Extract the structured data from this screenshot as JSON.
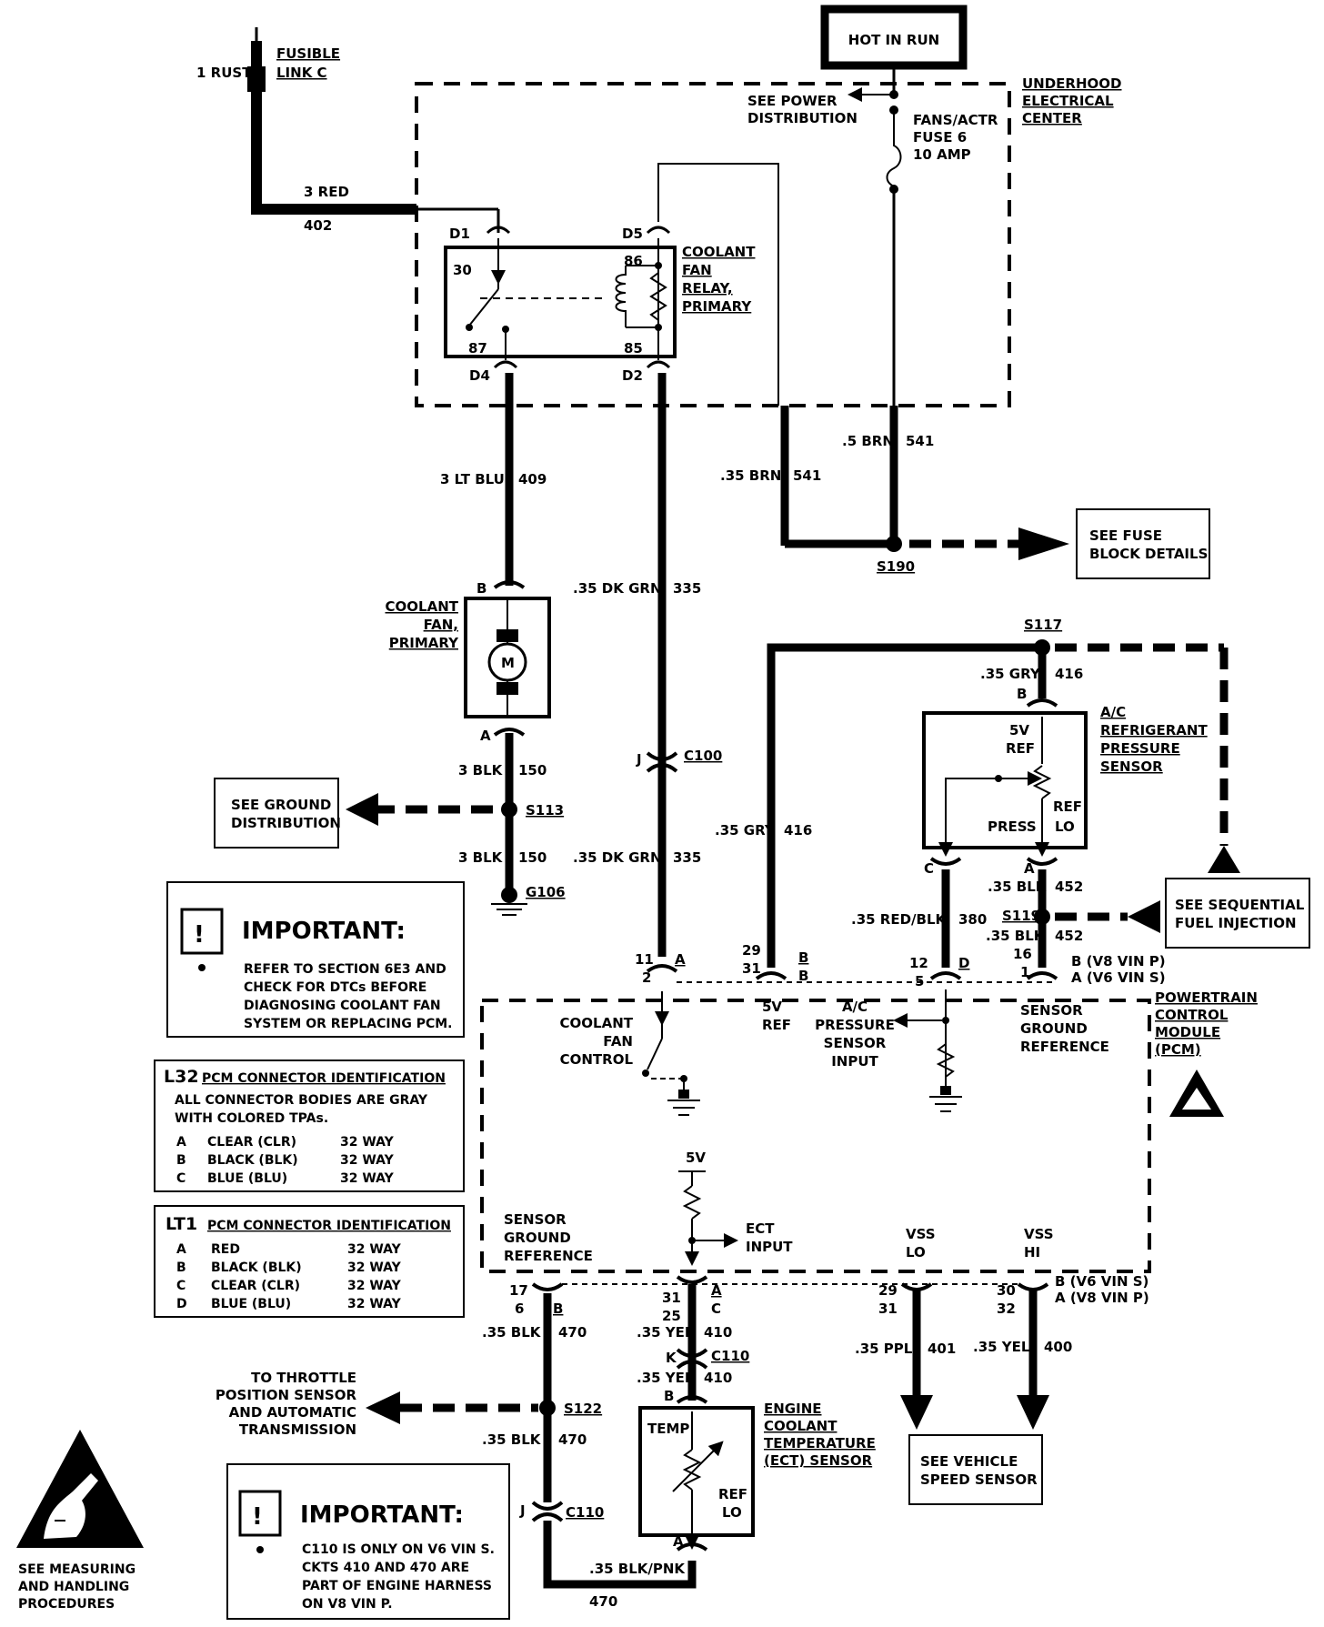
{
  "hot_in_run": "HOT IN RUN",
  "underhood": [
    "UNDERHOOD",
    "ELECTRICAL",
    "CENTER"
  ],
  "see_power_distribution": [
    "SEE POWER",
    "DISTRIBUTION"
  ],
  "fuse": [
    "FANS/ACTR",
    "FUSE 6",
    "10 AMP"
  ],
  "fusible_link": {
    "wire": "1 RUST",
    "name": [
      "FUSIBLE",
      "LINK C"
    ]
  },
  "wire_3red": {
    "gauge": "3 RED",
    "circuit": "402"
  },
  "relay": {
    "name": [
      "COOLANT",
      "FAN",
      "RELAY,",
      "PRIMARY"
    ],
    "pins": {
      "d1": "D1",
      "d5": "D5",
      "d4": "D4",
      "d2": "D2",
      "p30": "30",
      "p86": "86",
      "p87": "87",
      "p85": "85"
    }
  },
  "wires": {
    "ltblu": {
      "gauge": "3 LT BLU",
      "circuit": "409"
    },
    "brn_a": {
      "gauge": ".35 BRN",
      "circuit": "541"
    },
    "brn_b": {
      "gauge": ".5 BRN",
      "circuit": "541"
    },
    "dkgrn_a": {
      "gauge": ".35 DK GRN",
      "circuit": "335"
    },
    "dkgrn_b": {
      "gauge": ".35 DK GRN",
      "circuit": "335"
    },
    "blk150_a": {
      "gauge": "3 BLK",
      "circuit": "150"
    },
    "blk150_b": {
      "gauge": "3 BLK",
      "circuit": "150"
    },
    "gry416_a": {
      "gauge": ".35 GRY",
      "circuit": "416"
    },
    "gry416_b": {
      "gauge": ".35 GRY",
      "circuit": "416"
    },
    "blk452_a": {
      "gauge": ".35 BLK",
      "circuit": "452"
    },
    "blk452_b": {
      "gauge": ".35 BLK",
      "circuit": "452"
    },
    "redblk380": {
      "gauge": ".35 RED/BLK",
      "circuit": "380"
    },
    "blk470_a": {
      "gauge": ".35 BLK",
      "circuit": "470"
    },
    "blk470_b": {
      "gauge": ".35 BLK",
      "circuit": "470"
    },
    "blkpnk": {
      "gauge": ".35 BLK/PNK",
      "circuit": "470"
    },
    "yel410_a": {
      "gauge": ".35 YEL",
      "circuit": "410"
    },
    "yel410_b": {
      "gauge": ".35 YEL",
      "circuit": "410"
    },
    "ppl401": {
      "gauge": ".35 PPL",
      "circuit": "401"
    },
    "yel400": {
      "gauge": ".35 YEL",
      "circuit": "400"
    }
  },
  "splices": {
    "s190": "S190",
    "s117": "S117",
    "s113": "S113",
    "s119": "S119",
    "s122": "S122",
    "g106": "G106"
  },
  "see_fuse_block": [
    "SEE FUSE",
    "BLOCK DETAILS"
  ],
  "fan_motor": {
    "name": [
      "COOLANT",
      "FAN,",
      "PRIMARY"
    ],
    "letter": "M",
    "pin_b": "B",
    "pin_a": "A"
  },
  "see_ground": [
    "SEE GROUND",
    "DISTRIBUTION"
  ],
  "c100": {
    "name": "C100",
    "pin": "J"
  },
  "ac_sensor": {
    "name": [
      "A/C",
      "REFRIGERANT",
      "PRESSURE",
      "SENSOR"
    ],
    "labels": {
      "ref5v": "5V",
      "ref": "REF",
      "press": "PRESS",
      "reflo1": "REF",
      "reflo2": "LO"
    },
    "pins": {
      "b": "B",
      "c": "C",
      "a": "A"
    }
  },
  "see_sfi": [
    "SEE SEQUENTIAL",
    "FUEL INJECTION"
  ],
  "important1": {
    "title": "IMPORTANT:",
    "lines": [
      "REFER TO SECTION 6E3 AND",
      "CHECK FOR DTCs BEFORE",
      "DIAGNOSING COOLANT FAN",
      "SYSTEM OR REPLACING PCM."
    ]
  },
  "l32": {
    "title_a": "L32",
    "title_b": "PCM CONNECTOR IDENTIFICATION",
    "note": [
      "ALL CONNECTOR BODIES ARE GRAY",
      "WITH COLORED TPAs."
    ],
    "rows": [
      [
        "A",
        "CLEAR (CLR)",
        "32 WAY"
      ],
      [
        "B",
        "BLACK (BLK)",
        "32 WAY"
      ],
      [
        "C",
        "BLUE (BLU)",
        "32 WAY"
      ]
    ]
  },
  "lt1": {
    "title_a": "LT1",
    "title_b": "PCM CONNECTOR IDENTIFICATION",
    "rows": [
      [
        "A",
        "RED",
        "32 WAY"
      ],
      [
        "B",
        "BLACK (BLK)",
        "32 WAY"
      ],
      [
        "C",
        "CLEAR (CLR)",
        "32 WAY"
      ],
      [
        "D",
        "BLUE (BLU)",
        "32 WAY"
      ]
    ]
  },
  "pcm": {
    "name": [
      "POWERTRAIN",
      "CONTROL",
      "MODULE",
      "(PCM)"
    ],
    "fan_control": [
      "COOLANT",
      "FAN",
      "CONTROL"
    ],
    "ref5v": [
      "5V",
      "REF"
    ],
    "ac_input": [
      "A/C",
      "PRESSURE",
      "SENSOR",
      "INPUT"
    ],
    "sensor_gnd_top": [
      "SENSOR",
      "GROUND",
      "REFERENCE"
    ],
    "sensor_gnd_bot": [
      "SENSOR",
      "GROUND",
      "REFERENCE"
    ],
    "v5": "5V",
    "ect_input": [
      "ECT",
      "INPUT"
    ],
    "vss_lo": [
      "VSS",
      "LO"
    ],
    "vss_hi": [
      "VSS",
      "HI"
    ],
    "pins_top": {
      "p11": "11",
      "p2": "2",
      "pA": "A",
      "p29": "29",
      "p31": "31",
      "pB1": "B",
      "pB2": "B",
      "p12": "12",
      "p5": "5",
      "pD": "D",
      "p16": "16",
      "p1": "1",
      "v8b": "B (V8 VIN P)",
      "v6a": "A (V6 VIN S)"
    },
    "pins_bot": {
      "p17": "17",
      "p6": "6",
      "pB": "B",
      "p31": "31",
      "p25": "25",
      "pA": "A",
      "pC": "C",
      "p29": "29",
      "p31b": "31",
      "p30": "30",
      "p32": "32",
      "v6b": "B (V6 VIN S)",
      "v8a": "A (V8 VIN P)"
    }
  },
  "throttle": [
    "TO THROTTLE",
    "POSITION SENSOR",
    "AND AUTOMATIC",
    "TRANSMISSION"
  ],
  "c110": {
    "name": "C110",
    "pin_k": "K",
    "pin_b": "B",
    "name2": "C110",
    "pin_j": "J"
  },
  "ect": {
    "name": [
      "ENGINE",
      "COOLANT",
      "TEMPERATURE",
      "(ECT) SENSOR"
    ],
    "temp": "TEMP",
    "ref": "REF",
    "lo": "LO",
    "pin_a": "A"
  },
  "see_vss": [
    "SEE VEHICLE",
    "SPEED SENSOR"
  ],
  "important2": {
    "title": "IMPORTANT:",
    "lines": [
      "C110 IS ONLY ON V6  VIN S.",
      "CKTS 410 AND 470 ARE",
      "PART OF ENGINE HARNESS",
      "ON V8  VIN P."
    ]
  },
  "esd": [
    "SEE MEASURING",
    "AND HANDLING",
    "PROCEDURES"
  ]
}
